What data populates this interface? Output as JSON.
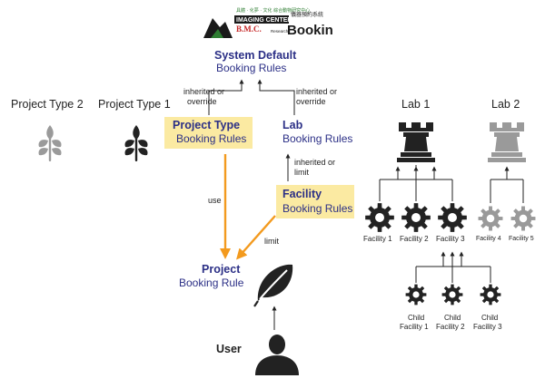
{
  "logo": {
    "top_line": "具體 · 化夢 · 文化 綜合動物研究中心",
    "center_name": "IMAGING CENTER for",
    "bmc": "B.M.C.",
    "research": "Research",
    "chinese": "儀器預約系統",
    "booking": "Booking"
  },
  "system_default": {
    "title": "System Default",
    "subtitle": "Booking Rules"
  },
  "project_type": {
    "title": "Project Type",
    "subtitle": "Booking Rules"
  },
  "lab": {
    "title": "Lab",
    "subtitle": "Booking Rules"
  },
  "facility": {
    "title": "Facility",
    "subtitle": "Booking Rules"
  },
  "project": {
    "title": "Project",
    "subtitle": "Booking Rule"
  },
  "user": {
    "label": "User"
  },
  "edges": {
    "inherited_override_left_1": "inherited or",
    "inherited_override_left_2": "override",
    "inherited_override_right_1": "inherited or",
    "inherited_override_right_2": "override",
    "inherited_limit_1": "inherited or",
    "inherited_limit_2": "limit",
    "use": "use",
    "limit": "limit"
  },
  "project_types": [
    {
      "label": "Project Type 2",
      "color": "#9a9a9a"
    },
    {
      "label": "Project Type 1",
      "color": "#222222"
    }
  ],
  "labs": [
    {
      "label": "Lab 1",
      "color": "#222222"
    },
    {
      "label": "Lab 2",
      "color": "#9a9a9a"
    }
  ],
  "facilities": [
    {
      "label": "Facility 1",
      "color": "#222222"
    },
    {
      "label": "Facility 2",
      "color": "#222222"
    },
    {
      "label": "Facility 3",
      "color": "#222222"
    },
    {
      "label": "Facility 4",
      "color": "#9a9a9a"
    },
    {
      "label": "Facility 5",
      "color": "#9a9a9a"
    }
  ],
  "child_facilities": [
    {
      "line1": "Child",
      "line2": "Facility 1"
    },
    {
      "line1": "Child",
      "line2": "Facility 2"
    },
    {
      "line1": "Child",
      "line2": "Facility 3"
    }
  ],
  "colors": {
    "navy": "#2b2f86",
    "highlight": "#fbeaa2",
    "orange": "#f39a1e",
    "dark": "#222222",
    "gray": "#9a9a9a"
  }
}
